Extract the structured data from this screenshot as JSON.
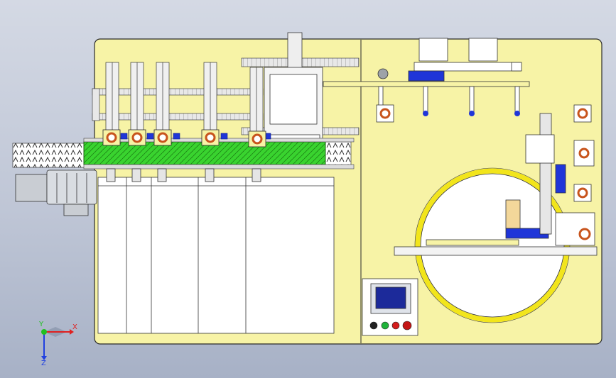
{
  "viewport": {
    "background_top": "#d4d9e4",
    "background_bottom": "#a7b1c6"
  },
  "machine": {
    "base_color": "#f7f3a6",
    "outline_color": "#2a2a2a",
    "conveyor_color": "#39d32f",
    "accent_blue": "#1f35d8",
    "bearing_orange": "#c8541c",
    "yellow_ring": "#f2e51b",
    "motor_gray": "#c9cdd3"
  },
  "control_panel": {
    "screen_color": "#1c2a9a",
    "buttons": [
      {
        "name": "black",
        "color": "#222222"
      },
      {
        "name": "green",
        "color": "#1fb33a"
      },
      {
        "name": "red",
        "color": "#d41d1d"
      },
      {
        "name": "red-2",
        "color": "#c41515"
      }
    ]
  },
  "axis_triad": {
    "x_label": "X",
    "y_label": "Y",
    "z_label": "Z",
    "x_color": "#e02020",
    "y_color": "#20c020",
    "z_color": "#2040e0"
  }
}
